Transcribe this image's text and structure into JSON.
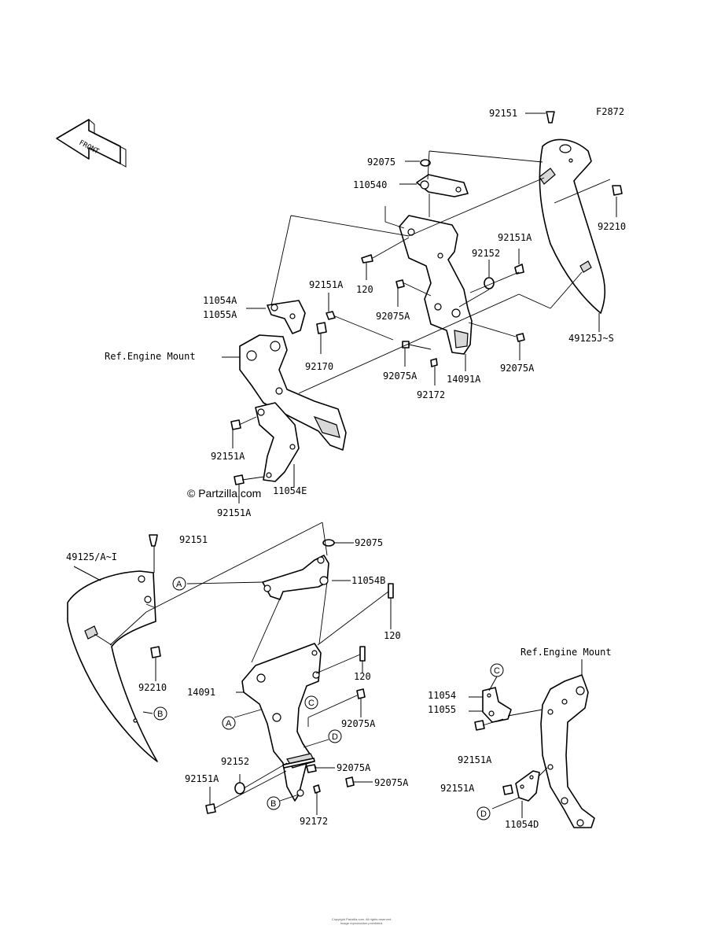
{
  "figure_code": "F2872",
  "front_label": "FRONT",
  "watermark": "© Partzilla.com",
  "footer_lines": [
    "Copyright Partzilla.com. All rights reserved.",
    "Image reproduction prohibited."
  ],
  "labels": {
    "l_92151_top": "92151",
    "l_92075_top": "92075",
    "l_110540": "110540",
    "l_92210_right": "92210",
    "l_92151A_top": "92151A",
    "l_92152_top": "92152",
    "l_120_top": "120",
    "l_92151A_mid": "92151A",
    "l_92075A_a": "92075A",
    "l_11054A": "11054A",
    "l_11055A": "11055A",
    "l_49125JS": "49125J~S",
    "l_ref_engine_top": "Ref.Engine Mount",
    "l_92170": "92170",
    "l_92075A_b": "92075A",
    "l_92075A_c": "92075A",
    "l_14091A": "14091A",
    "l_92172_top": "92172",
    "l_92151A_left": "92151A",
    "l_11054E": "11054E",
    "l_92151A_low": "92151A",
    "l_92151_bot": "92151",
    "l_92075_bot": "92075",
    "l_49125AI": "49125/A~I",
    "l_11054B": "11054B",
    "l_120_b1": "120",
    "l_120_b2": "120",
    "l_92210_bot": "92210",
    "l_ref_engine_bot": "Ref.Engine Mount",
    "l_14091": "14091",
    "l_92075A_d": "92075A",
    "l_11054": "11054",
    "l_11055": "11055",
    "l_92152_bot": "92152",
    "l_92075A_e": "92075A",
    "l_92151A_r1": "92151A",
    "l_92151A_bl": "92151A",
    "l_92075A_f": "92075A",
    "l_92151A_r2": "92151A",
    "l_11054D": "11054D",
    "l_92172_bot": "92172"
  },
  "callouts": {
    "a1": "A",
    "b1": "B",
    "a2": "A",
    "c1": "C",
    "d1": "D",
    "b2": "B",
    "c2": "C",
    "d2": "D"
  }
}
